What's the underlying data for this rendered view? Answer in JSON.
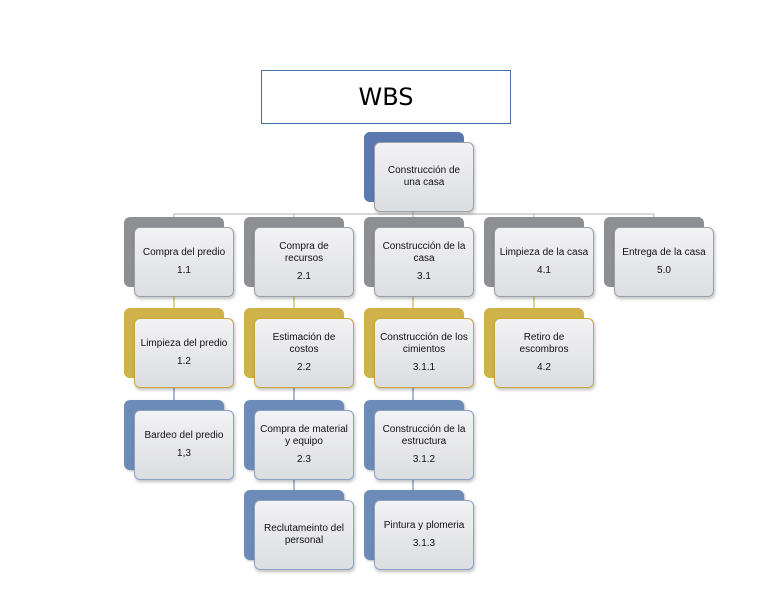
{
  "title": "WBS",
  "root": {
    "label": "Construcción de una casa",
    "code": ""
  },
  "nodes": {
    "n1": {
      "label": "Compra del predio",
      "code": "1.1"
    },
    "n1a": {
      "label": "Limpieza del predio",
      "code": "1.2"
    },
    "n1b": {
      "label": "Bardeo del predio",
      "code": "1,3"
    },
    "n2": {
      "label": "Compra de recursos",
      "code": "2.1"
    },
    "n2a": {
      "label": "Estimación de costos",
      "code": "2.2"
    },
    "n2b": {
      "label": "Compra de material y equipo",
      "code": "2.3"
    },
    "n2c": {
      "label": "Reclutameinto del personal",
      "code": ""
    },
    "n3": {
      "label": "Construcción de la casa",
      "code": "3.1"
    },
    "n3a": {
      "label": "Construcción de los cimientos",
      "code": "3.1.1"
    },
    "n3b": {
      "label": "Construcción de la estructura",
      "code": "3.1.2"
    },
    "n3c": {
      "label": "Pintura y plomeria",
      "code": "3.1.3"
    },
    "n4": {
      "label": "Limpieza de la casa",
      "code": "4.1"
    },
    "n4a": {
      "label": "Retiro de escombros",
      "code": "4.2"
    },
    "n5": {
      "label": "Entrega de la casa",
      "code": "5.0"
    }
  },
  "colors": {
    "root": "#5b78b0",
    "level1": "#8e8f93",
    "level2_gold": "#cfb24a",
    "level_blue": "#6d8bb8",
    "connector": "#b0b0b0",
    "connector_gold": "#cfb24a"
  }
}
